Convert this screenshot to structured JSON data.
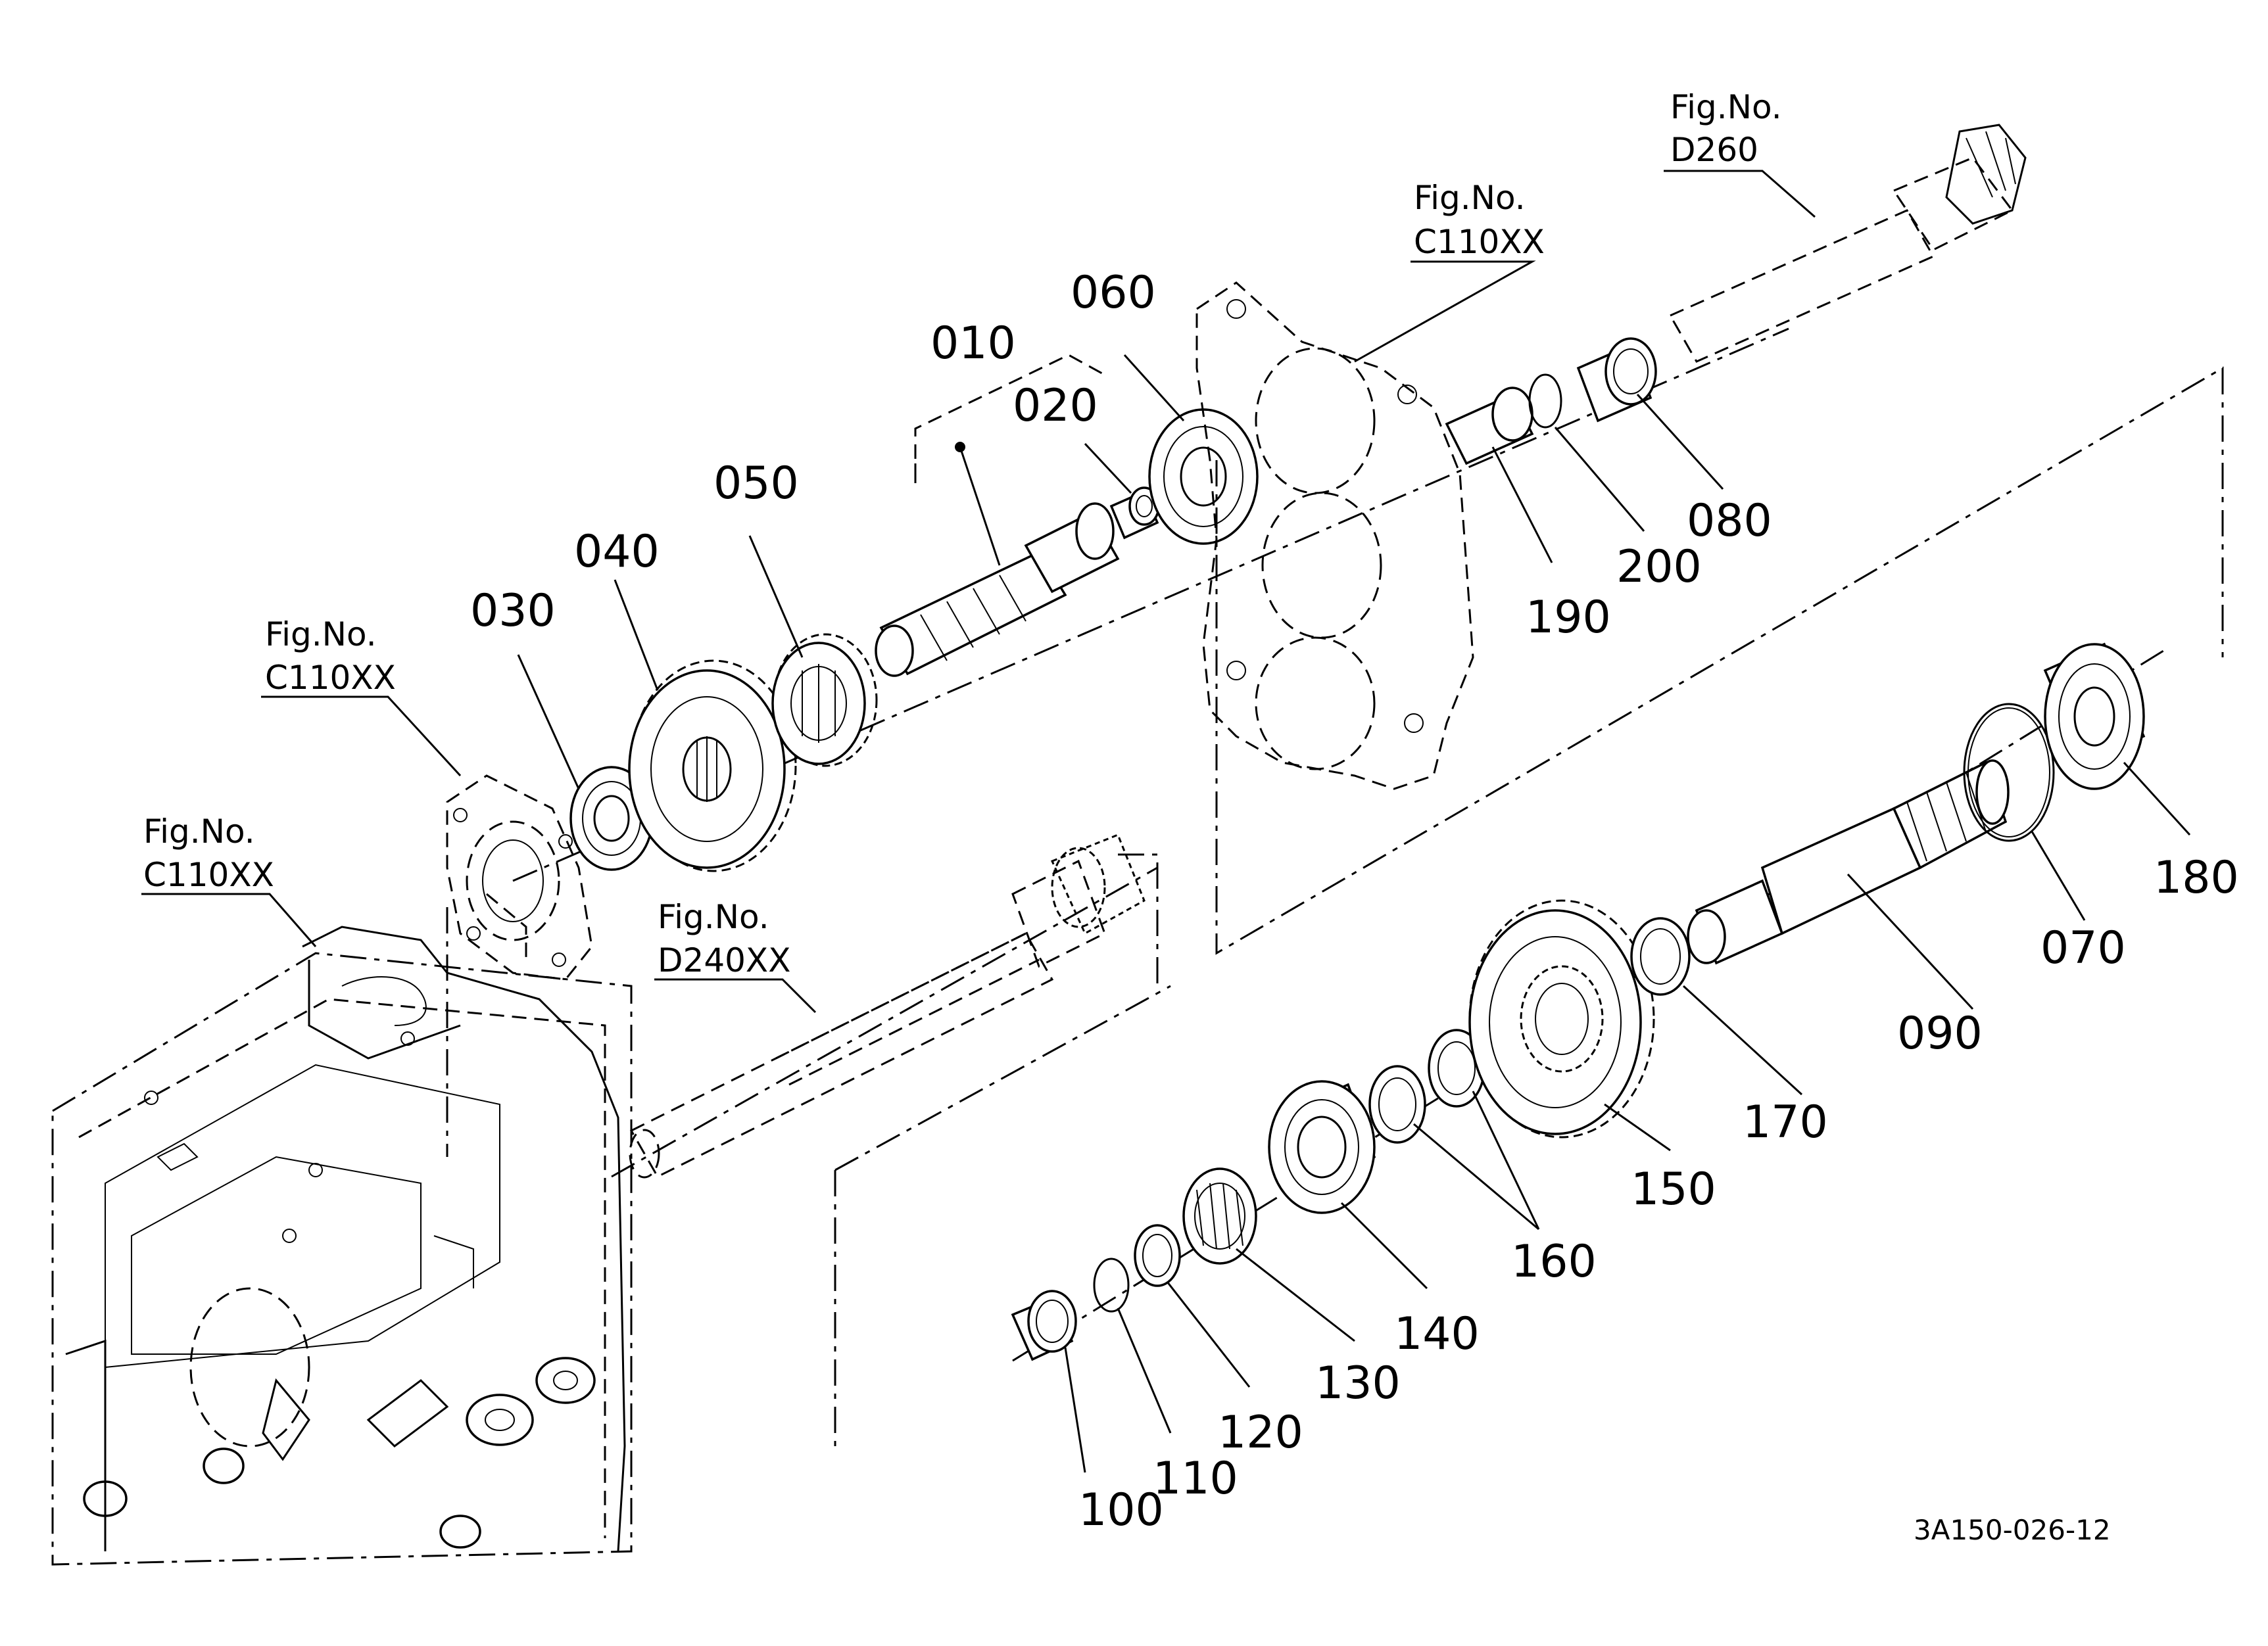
{
  "parts": {
    "p010": "010",
    "p020": "020",
    "p030": "030",
    "p040": "040",
    "p050": "050",
    "p060": "060",
    "p070": "070",
    "p080": "080",
    "p090": "090",
    "p100": "100",
    "p110": "110",
    "p120": "120",
    "p130": "130",
    "p140": "140",
    "p150": "150",
    "p160": "160",
    "p170": "170",
    "p180": "180",
    "p190": "190",
    "p200": "200"
  },
  "figure_refs": {
    "fig_prefix": "Fig.No.",
    "d260": "D260",
    "c110xx_top": "C110XX",
    "c110xx_mid": "C110XX",
    "c110xx_left": "C110XX",
    "d240xx": "D240XX"
  },
  "drawing_code": "3A150-026-12"
}
